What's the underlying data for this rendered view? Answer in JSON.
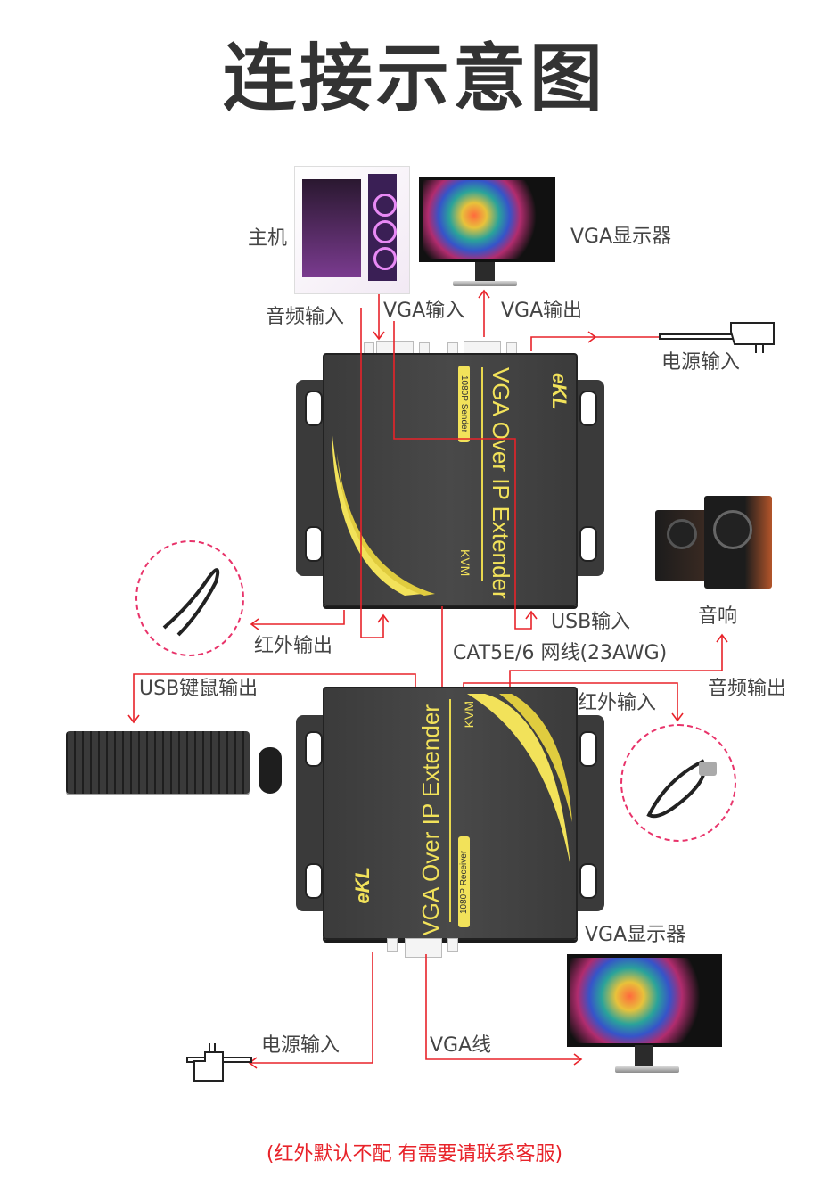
{
  "title": "连接示意图",
  "sender": {
    "product_name": "VGA Over IP Extender",
    "badge": "1080P",
    "role": "Sender",
    "kvm": "KVM",
    "brand": "eKL"
  },
  "receiver": {
    "product_name": "VGA Over IP Extender",
    "badge": "1080P",
    "role": "Receiver",
    "kvm": "KVM",
    "brand": "eKL"
  },
  "labels": {
    "host": "主机",
    "vga_monitor_top": "VGA显示器",
    "audio_in": "音频输入",
    "vga_in": "VGA输入",
    "vga_out": "VGA输出",
    "power_in_top": "电源输入",
    "ir_out": "红外输出",
    "usb_in": "USB输入",
    "speaker": "音响",
    "cable": "CAT5E/6 网线(23AWG)",
    "usb_kbm_out": "USB键鼠输出",
    "ir_in": "红外输入",
    "audio_out": "音频输出",
    "vga_monitor_bottom": "VGA显示器",
    "power_in_bottom": "电源输入",
    "vga_cable": "VGA线"
  },
  "note": "(红外默认不配 有需要请联系客服)",
  "colors": {
    "wire": "#e8232a",
    "device_body": "#444444",
    "accent_yellow": "#f2e25a",
    "dashed_circle": "#e8336a",
    "title": "#333333"
  }
}
